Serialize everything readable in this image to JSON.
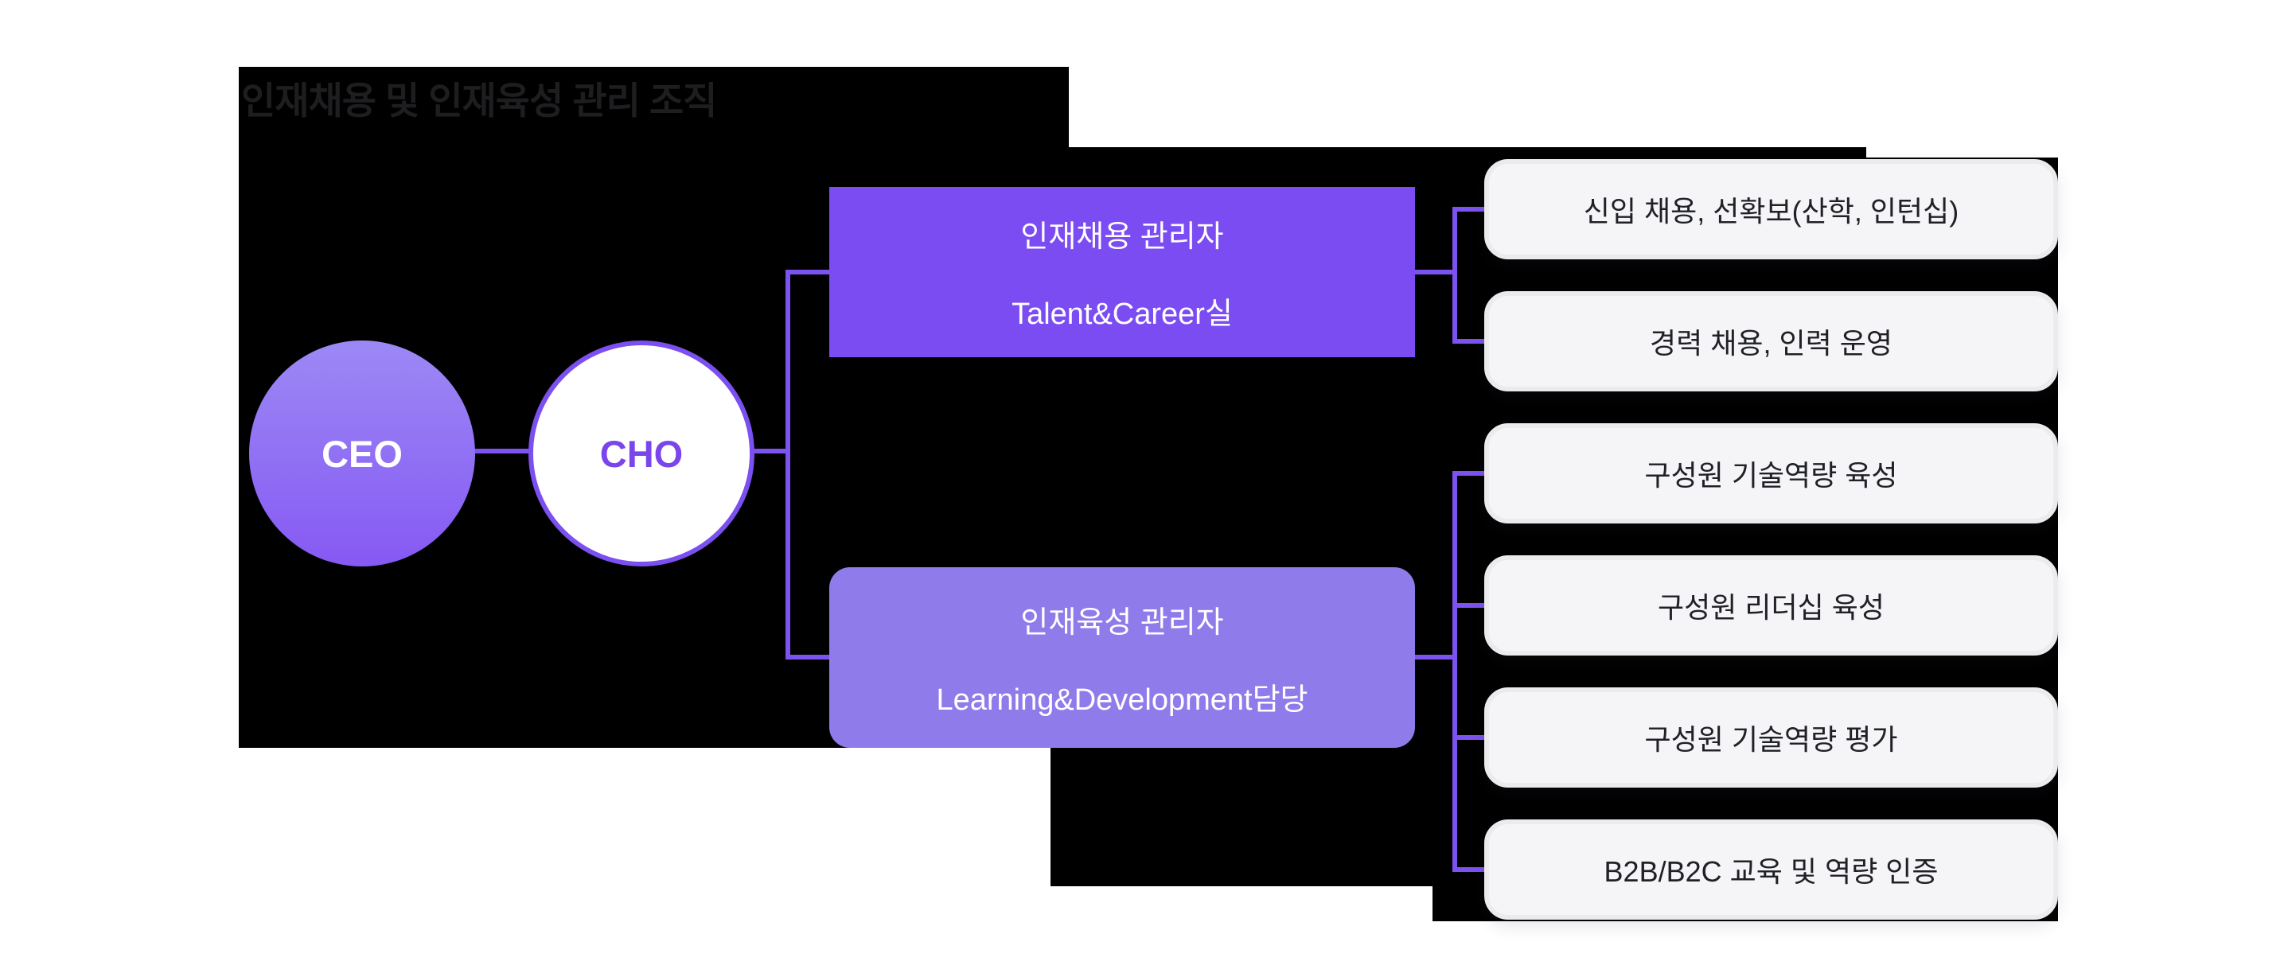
{
  "title": "인재채용 및 인재육성 관리 조직",
  "nodes": {
    "ceo": "CEO",
    "cho": "CHO"
  },
  "managers": {
    "recruiting": {
      "title": "인재채용 관리자",
      "subtitle": "Talent&Career실"
    },
    "development": {
      "title": "인재육성 관리자",
      "subtitle": "Learning&Development담당"
    }
  },
  "tasks": {
    "recruiting": [
      "신입 채용, 선확보(산학, 인턴십)",
      "경력 채용, 인력 운영"
    ],
    "development": [
      "구성원 기술역량 육성",
      "구성원 리더십 육성",
      "구성원 기술역량 평가",
      "B2B/B2C 교육 및 역량 인증"
    ]
  },
  "colors": {
    "connector": "#7c52f1",
    "ceo_gradient_top": "#9c89f5",
    "ceo_gradient_bottom": "#8659f3",
    "cho_border": "#7b4ff0",
    "cho_text": "#7a46ec",
    "manager_recruiting_bg": "#7c4cf3",
    "manager_development_bg": "#8f7cea",
    "task_bg": "#f5f5f7",
    "task_border": "#ebebee",
    "task_text": "#202127",
    "panel_bg": "#000000",
    "title_text": "#1e1e20"
  }
}
